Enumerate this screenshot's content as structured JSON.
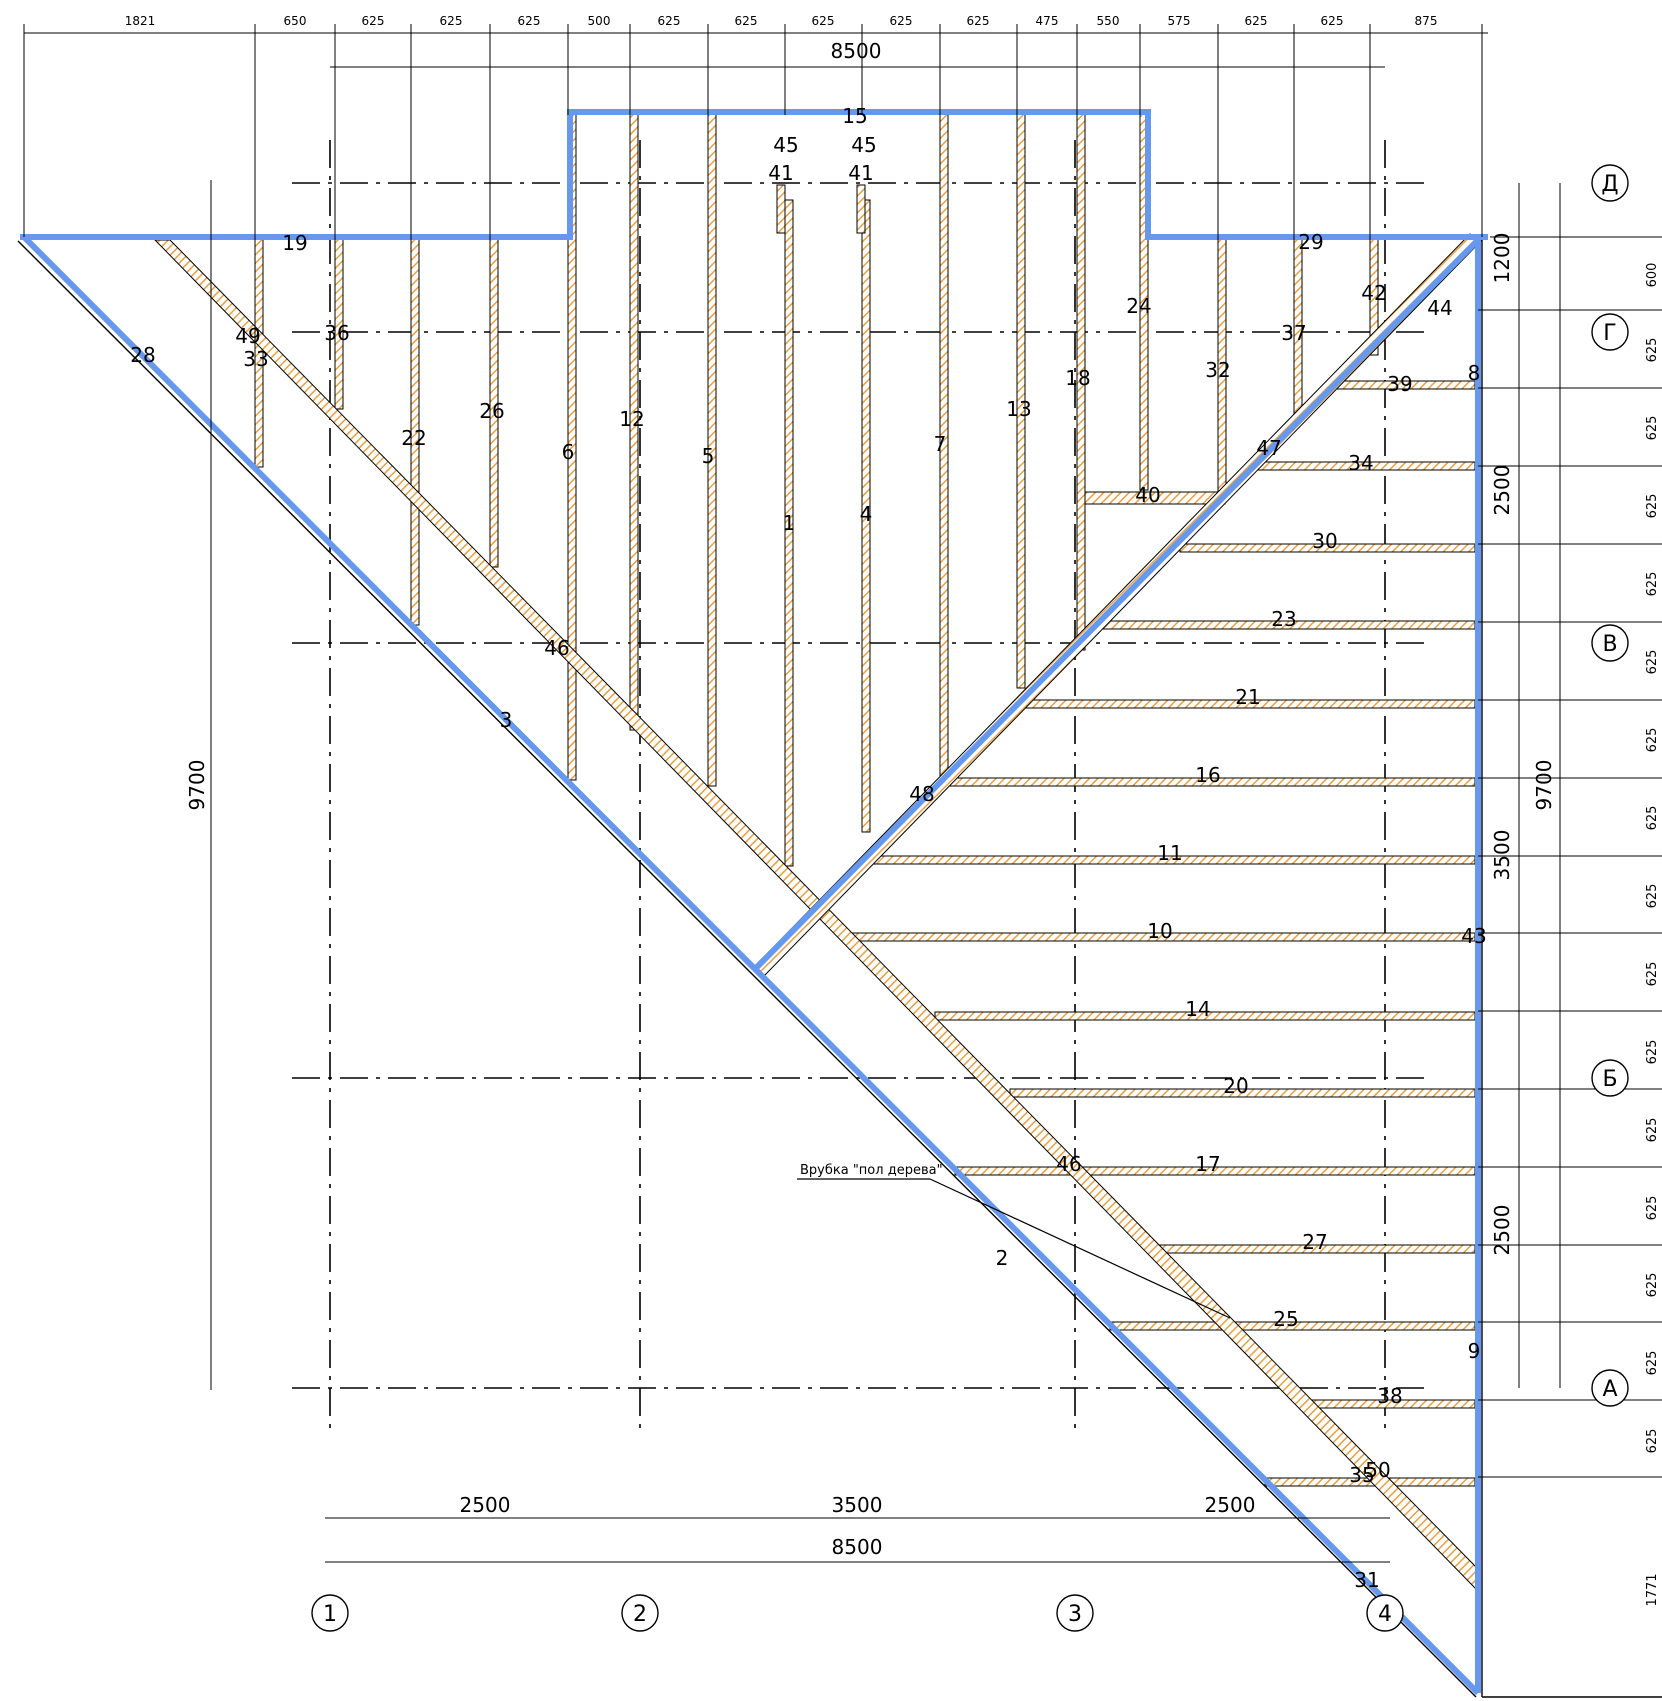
{
  "colors": {
    "wall": "#6699ee",
    "member": "#e8a040",
    "line": "#000000"
  },
  "top_dims": [
    "1821",
    "650",
    "625",
    "625",
    "625",
    "500",
    "625",
    "625",
    "625",
    "625",
    "625",
    "475",
    "550",
    "575",
    "625",
    "625",
    "875"
  ],
  "top_total": "8500",
  "right_dims": [
    "600",
    "625",
    "625",
    "625",
    "625",
    "625",
    "625",
    "625",
    "625",
    "625",
    "625",
    "625",
    "625",
    "625",
    "625",
    "625",
    "1771"
  ],
  "right_group_dims": [
    "1200",
    "2500",
    "3500",
    "2500"
  ],
  "right_total": "9700",
  "left_total": "9700",
  "bottom_dims": [
    "2500",
    "3500",
    "2500"
  ],
  "bottom_total": "8500",
  "axes_columns": [
    "1",
    "2",
    "3",
    "4"
  ],
  "axes_rows": [
    "Д",
    "Г",
    "В",
    "Б",
    "А"
  ],
  "note": "Врубка \"пол дерева\"",
  "labels": {
    "l1": "1",
    "l2": "2",
    "l3": "3",
    "l4": "4",
    "l5": "5",
    "l6": "6",
    "l7": "7",
    "l8": "8",
    "l9": "9",
    "l10": "10",
    "l11": "11",
    "l12": "12",
    "l13": "13",
    "l14": "14",
    "l15": "15",
    "l16": "16",
    "l17": "17",
    "l18": "18",
    "l19": "19",
    "l20": "20",
    "l21": "21",
    "l22": "22",
    "l23": "23",
    "l24": "24",
    "l25": "25",
    "l26": "26",
    "l27": "27",
    "l28": "28",
    "l29": "29",
    "l30": "30",
    "l31": "31",
    "l32": "32",
    "l33": "33",
    "l34": "34",
    "l35": "35",
    "l36": "36",
    "l37": "37",
    "l38": "38",
    "l39": "39",
    "l40": "40",
    "l41a": "41",
    "l41b": "41",
    "l42": "42",
    "l43": "43",
    "l44": "44",
    "l45a": "45",
    "l45b": "45",
    "l46a": "46",
    "l46b": "46",
    "l47": "47",
    "l48": "48",
    "l49": "49",
    "l50": "50"
  }
}
